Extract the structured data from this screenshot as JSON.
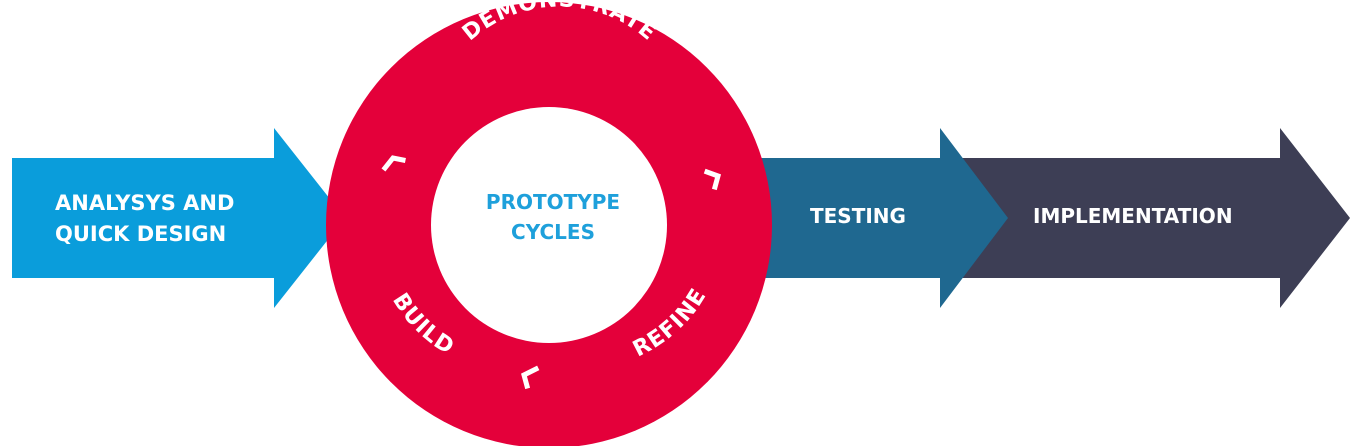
{
  "colors": {
    "analysis": "#0a9ddb",
    "cycle": "#e4003a",
    "center_text": "#1ea0db",
    "testing": "#1f6890",
    "implementation": "#3d3e55",
    "label_text": "#ffffff"
  },
  "arrows": {
    "analysis": {
      "line1": "ANALYSYS AND",
      "line2": "QUICK DESIGN"
    },
    "testing": {
      "label": "TESTING"
    },
    "implementation": {
      "label": "IMPLEMENTATION"
    }
  },
  "cycle": {
    "center": {
      "line1": "PROTOTYPE",
      "line2": "CYCLES"
    },
    "stages": {
      "demonstrate": "DEMONSTRATE",
      "refine": "REFINE",
      "build": "BUILD"
    },
    "direction_icons": [
      "chevron-icon",
      "chevron-icon",
      "chevron-icon"
    ]
  }
}
